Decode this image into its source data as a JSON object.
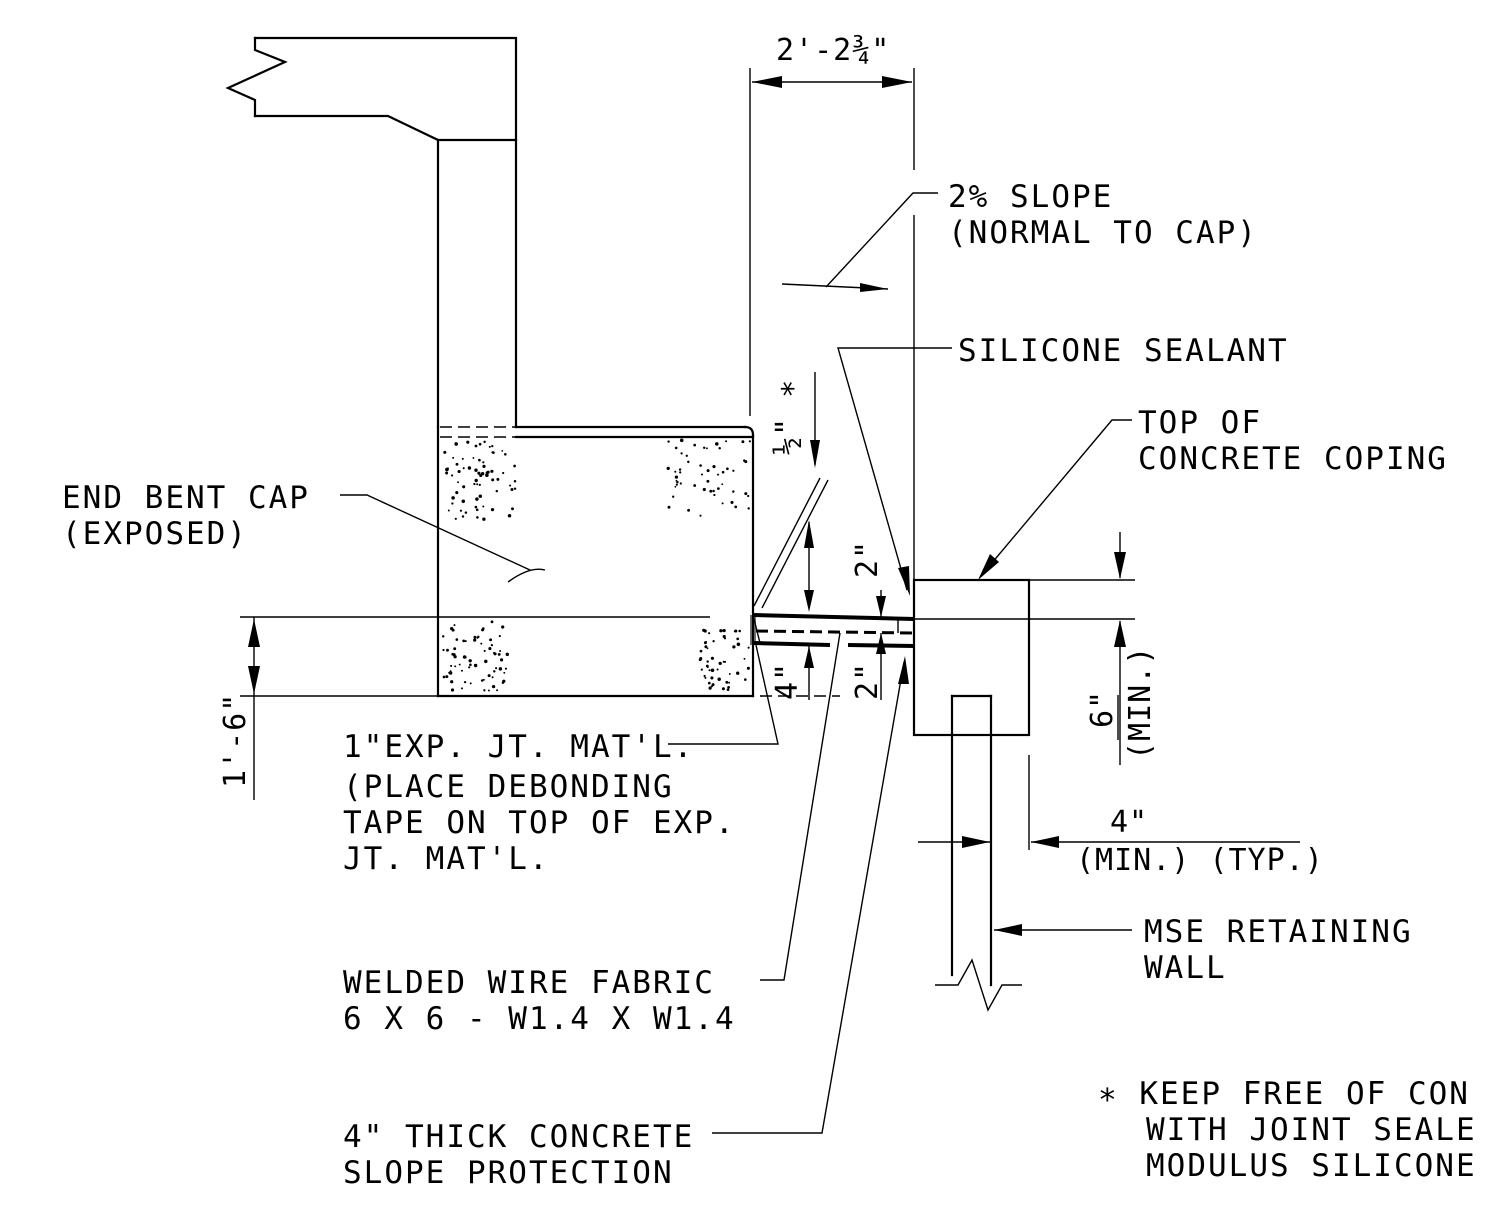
{
  "labels": {
    "slope_line1": "2% SLOPE",
    "slope_line2": "(NORMAL TO CAP)",
    "sealant": "SILICONE SEALANT",
    "coping_line1": "TOP OF",
    "coping_line2": "CONCRETE COPING",
    "cap_line1": "END BENT CAP",
    "cap_line2": "(EXPOSED)",
    "exp_line1": "1\"EXP. JT. MAT'L.",
    "exp_line2": "(PLACE DEBONDING",
    "exp_line3": "TAPE ON TOP OF EXP.",
    "exp_line4": "JT. MAT'L.",
    "wwf_line1": "WELDED WIRE FABRIC",
    "wwf_line2": "6 X 6 - W1.4 X W1.4",
    "slope_prot_line1": "4\" THICK CONCRETE",
    "slope_prot_line2": "SLOPE PROTECTION",
    "mse_line1": "MSE RETAINING",
    "mse_line2": "WALL",
    "note_line1": "∗ KEEP FREE OF CON",
    "note_line2": "WITH JOINT SEALE",
    "note_line3": "MODULUS SILICONE"
  },
  "dimensions": {
    "top_width": "2'-2¾\"",
    "gap": "½\" ∗",
    "two_in_upper": "2\"",
    "two_in_lower": "2\"",
    "four_in": "4\"",
    "cap_height": "1'-6\"",
    "coping_depth": "6\"",
    "coping_depth_min": "(MIN.)",
    "wall_offset": "4\"",
    "wall_offset_note": "(MIN.) (TYP.)"
  }
}
